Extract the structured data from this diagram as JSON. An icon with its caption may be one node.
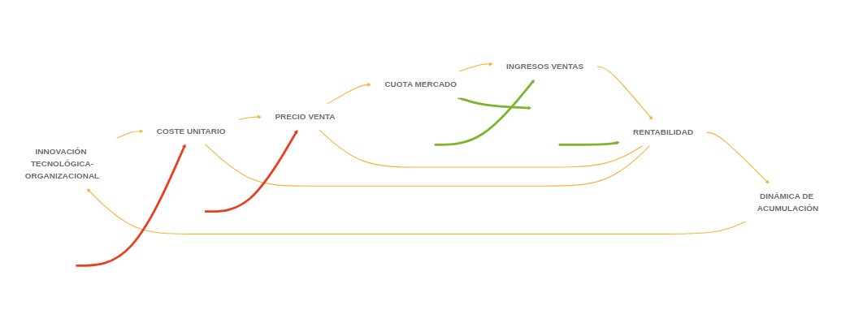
{
  "diagram": {
    "nodes": [
      {
        "text": [
          "INNOVACIÓN TECNOLÓGICA-ORGANIZACIONAL"
        ]
      },
      {
        "text": [
          "COSTE UNITARIO"
        ]
      },
      {
        "text": [
          "PRECIO VENTA"
        ]
      },
      {
        "text": [
          "CUOTA MERCADO"
        ]
      },
      {
        "text": [
          "DINÁMICA DE ACUMULACIÓN"
        ]
      },
      {
        "text": [
          "RENTABILIDAD"
        ]
      },
      {
        "text": [
          "INGRESOS VENTAS"
        ]
      }
    ],
    "edges": [
      {
        "from": 0,
        "to": 1,
        "arrow": "to"
      },
      {
        "from": 1,
        "to": 2,
        "arrow": "to"
      },
      {
        "from": 2,
        "to": 3,
        "arrow": "to"
      },
      {
        "from": 3,
        "to": 6,
        "arrow": "to"
      },
      {
        "from": 6,
        "to": 5,
        "arrow": "to"
      },
      {
        "from": 5,
        "to": 4,
        "arrow": "to"
      },
      {
        "from": 4,
        "to": 0,
        "arrow": "to"
      },
      {
        "from": 1,
        "to": 5,
        "arrow": "none"
      },
      {
        "from": 2,
        "to": 5,
        "arrow": "none"
      },
      {
        "from": null,
        "to": 1,
        "arrow": "to",
        "style": "thick",
        "color": "#e8401c"
      },
      {
        "from": null,
        "to": 2,
        "arrow": "to",
        "style": "thick",
        "color": "#e8401c"
      },
      {
        "from": 3,
        "to": null,
        "arrow": "to",
        "style": "thick",
        "color": "#7cb52a"
      },
      {
        "from": null,
        "to": 5,
        "arrow": "to",
        "style": "thick",
        "color": "#7cb52a"
      },
      {
        "from": null,
        "to": 6,
        "arrow": "to",
        "style": "thick",
        "color": "#7cb52a"
      }
    ]
  }
}
